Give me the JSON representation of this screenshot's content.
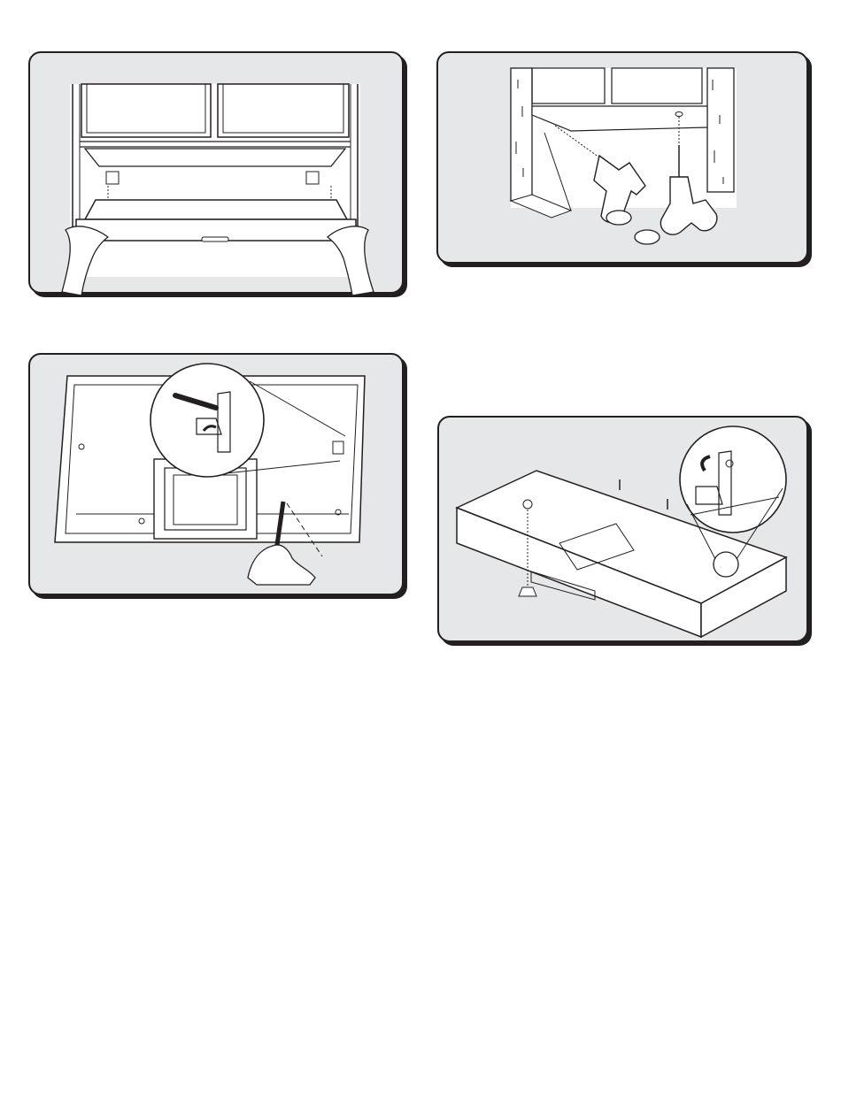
{
  "colors": {
    "panel_bg": "#e6e7e8",
    "line": "#231f20",
    "paper": "#ffffff"
  },
  "figures": [
    {
      "id": "fig-1",
      "icon": "hood-lift-into-cabinet-illustration"
    },
    {
      "id": "fig-2",
      "icon": "drill-cabinet-bottom-illustration"
    },
    {
      "id": "fig-3",
      "icon": "screwdriver-keyhole-bracket-illustration"
    },
    {
      "id": "fig-4",
      "icon": "hood-top-screws-illustration"
    }
  ]
}
